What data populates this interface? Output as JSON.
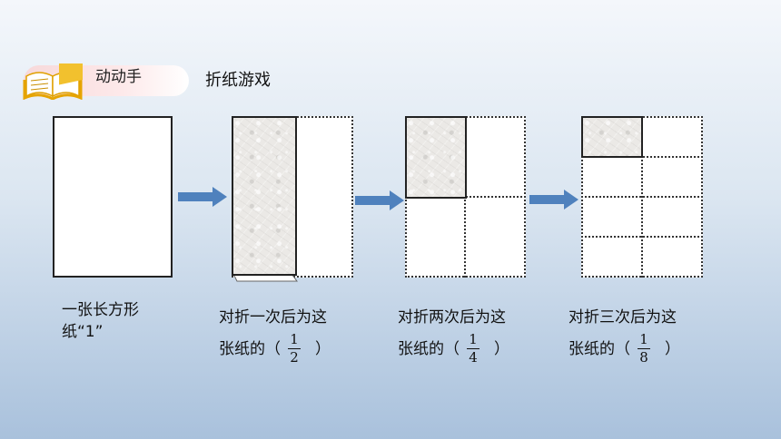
{
  "header": {
    "badge_label": "动动手",
    "subtitle": "折纸游戏"
  },
  "colors": {
    "arrow": "#4f81bd",
    "badge_bg": "#f7d9da",
    "book_yellow": "#f2c12e"
  },
  "steps": [
    {
      "line1": "一张长方形",
      "line2": "纸“1”"
    },
    {
      "line1": "对折一次后为这",
      "line2_prefix": "张纸的（",
      "numerator": "1",
      "denominator": "2",
      "line2_suffix": "）"
    },
    {
      "line1": "对折两次后为这",
      "line2_prefix": "张纸的（",
      "numerator": "1",
      "denominator": "4",
      "line2_suffix": "）"
    },
    {
      "line1": "对折三次后为这",
      "line2_prefix": "张纸的（",
      "numerator": "1",
      "denominator": "8",
      "line2_suffix": "）"
    }
  ],
  "icons": [
    "open-book-icon",
    "right-arrow-icon"
  ]
}
